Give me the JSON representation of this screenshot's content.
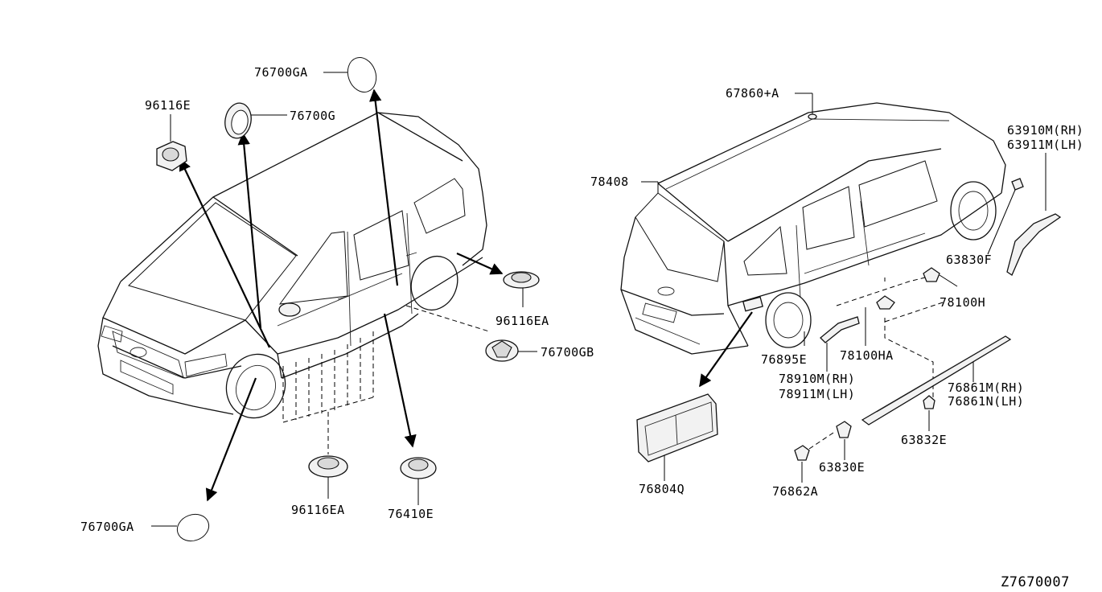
{
  "diagram": {
    "ref_code": "Z7670007",
    "parts": {
      "p_96116E": "96116E",
      "p_76700G": "76700G",
      "p_76700GA_top": "76700GA",
      "p_96116EA_right": "96116EA",
      "p_76700GB": "76700GB",
      "p_96116EA_bottom": "96116EA",
      "p_76410E": "76410E",
      "p_76700GA_bottom": "76700GA",
      "p_67860A": "67860+A",
      "p_78408": "78408",
      "p_63910M": "63910M(RH)",
      "p_63911M": "63911M(LH)",
      "p_63830F": "63830F",
      "p_78100H": "78100H",
      "p_78100HA": "78100HA",
      "p_76895E": "76895E",
      "p_78910M": "78910M(RH)",
      "p_78911M": "78911M(LH)",
      "p_76861M": "76861M(RH)",
      "p_76861N": "76861N(LH)",
      "p_63832E": "63832E",
      "p_63830E": "63830E",
      "p_76862A": "76862A",
      "p_76804Q": "76804Q"
    }
  }
}
